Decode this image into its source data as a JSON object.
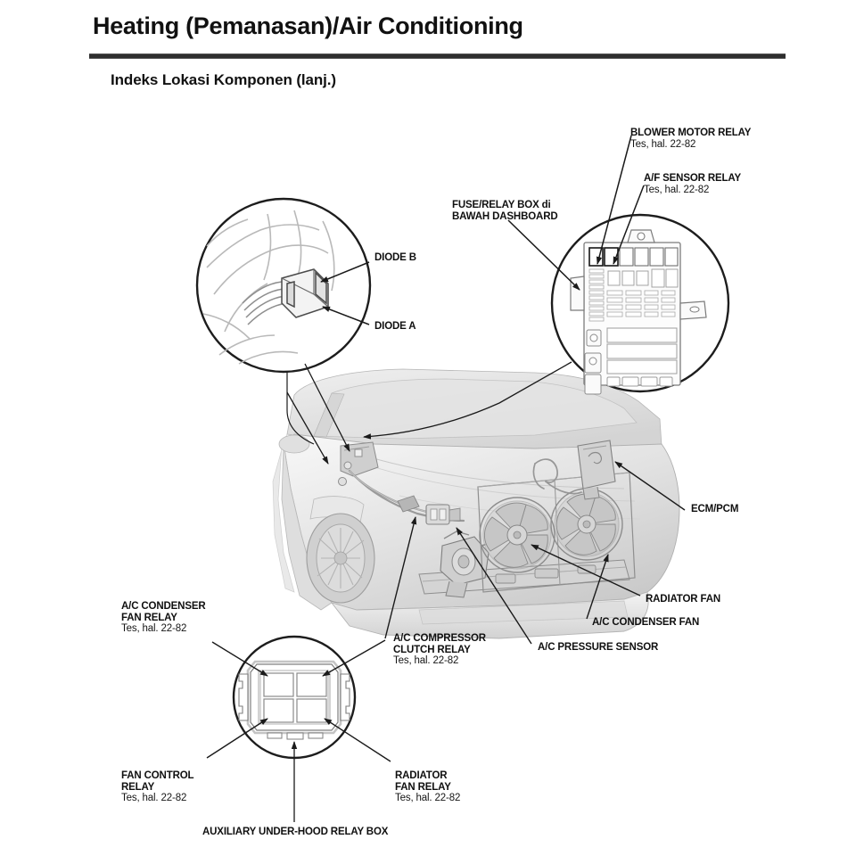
{
  "header": {
    "title": "Heating (Pemanasan)/Air Conditioning",
    "section": "Indeks Lokasi Komponen (lanj.)"
  },
  "colors": {
    "rule": "#2e2e2e",
    "text": "#101010",
    "leader": "#1a1a1a",
    "body_light": "#f2f2f2",
    "body_mid": "#d9d9d9",
    "body_dark": "#bdbdbd",
    "outline": "#5a5a5a"
  },
  "test_ref": "Tes, hal. 22-82",
  "callouts": {
    "blower_motor_relay": {
      "name": "BLOWER MOTOR RELAY",
      "ref": "Tes, hal. 22-82"
    },
    "af_sensor_relay": {
      "name": "A/F SENSOR RELAY",
      "ref": "Tes, hal. 22-82"
    },
    "fuse_relay_box": {
      "line1": "FUSE/RELAY BOX di",
      "line2": "BAWAH DASHBOARD"
    },
    "diode_b": {
      "name": "DIODE B"
    },
    "diode_a": {
      "name": "DIODE A"
    },
    "ecm_pcm": {
      "name": "ECM/PCM"
    },
    "radiator_fan": {
      "name": "RADIATOR FAN"
    },
    "ac_condenser_fan": {
      "name": "A/C CONDENSER FAN"
    },
    "ac_pressure_sensor": {
      "name": "A/C PRESSURE SENSOR"
    },
    "ac_condenser_fan_relay": {
      "line1": "A/C CONDENSER",
      "line2": "FAN RELAY",
      "ref": "Tes, hal. 22-82"
    },
    "ac_compressor_clutch_relay": {
      "line1": "A/C COMPRESSOR",
      "line2": "CLUTCH RELAY",
      "ref": "Tes, hal. 22-82"
    },
    "fan_control_relay": {
      "line1": "FAN CONTROL",
      "line2": "RELAY",
      "ref": "Tes, hal. 22-82"
    },
    "radiator_fan_relay": {
      "line1": "RADIATOR",
      "line2": "FAN RELAY",
      "ref": "Tes, hal. 22-82"
    },
    "auxiliary_under_hood_relay_box": {
      "name": "AUXILIARY UNDER-HOOD RELAY BOX"
    }
  },
  "figures": {
    "detail_diode": "diode-connector-detail-circle",
    "detail_fuse_box": "under-dash-fuse-relay-box-detail-circle",
    "detail_relay_box": "auxiliary-under-hood-relay-box-detail-circle",
    "vehicle": "front-three-quarter-cutaway-vehicle-illustration"
  }
}
